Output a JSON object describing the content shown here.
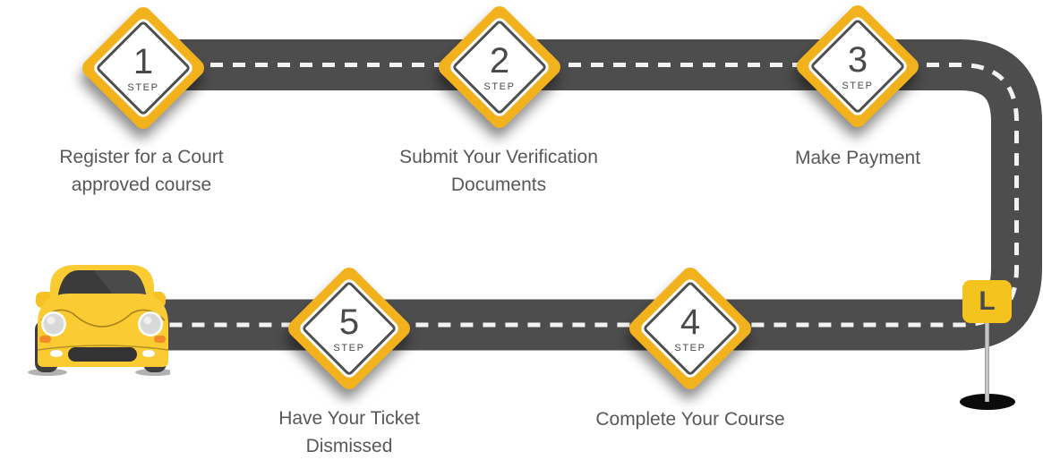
{
  "steps": [
    {
      "number": "1",
      "label": "STEP",
      "caption_line1": "Register for a Court",
      "caption_line2": "approved course"
    },
    {
      "number": "2",
      "label": "STEP",
      "caption_line1": "Submit Your Verification",
      "caption_line2": "Documents"
    },
    {
      "number": "3",
      "label": "STEP",
      "caption_line1": "Make Payment"
    },
    {
      "number": "4",
      "label": "STEP",
      "caption_line1": "Complete Your Course"
    },
    {
      "number": "5",
      "label": "STEP",
      "caption_line1": "Have Your Ticket",
      "caption_line2": "Dismissed"
    }
  ],
  "sign": {
    "label": "L"
  },
  "colors": {
    "road": "#4D4D4D",
    "road_dash": "#F2F2F2",
    "diamond_yellow": "#F2B21E",
    "diamond_border_gray": "#4F4F4F",
    "sign_yellow": "#F5C31D",
    "text_gray": "#57585A",
    "car_yellow": "#FACB32",
    "car_accent_orange": "#F18A28"
  }
}
